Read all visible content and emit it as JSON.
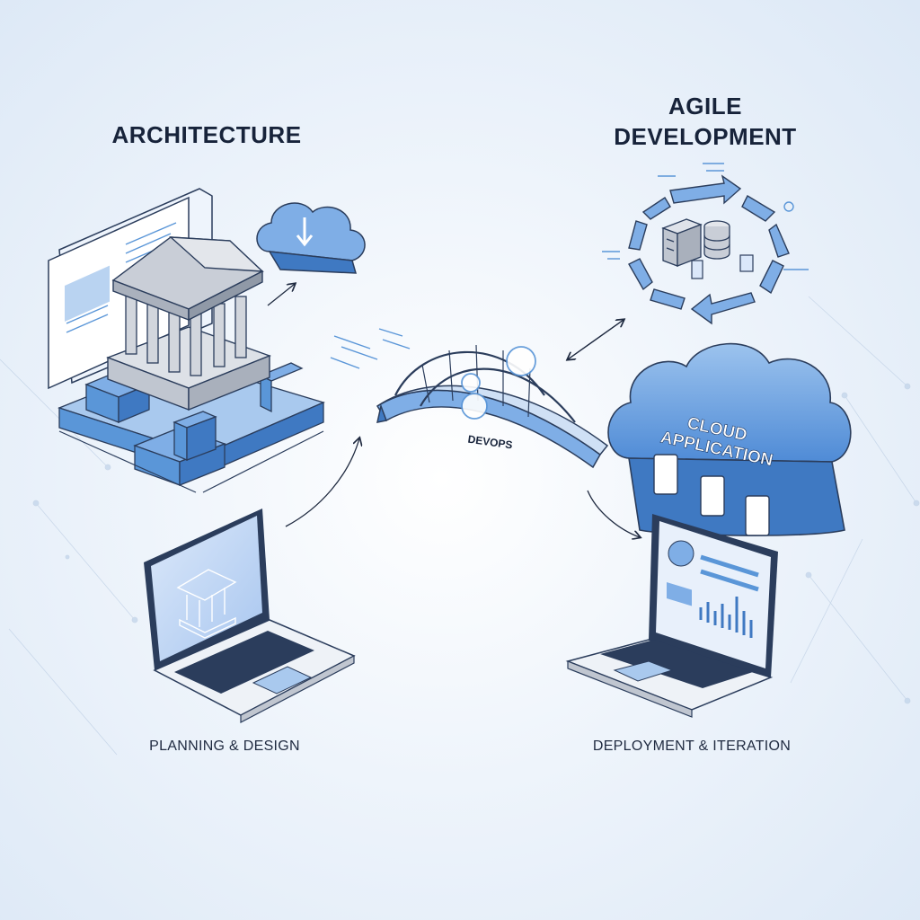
{
  "sections": {
    "architecture": {
      "title": "ARCHITECTURE",
      "caption": "PLANNING & DESIGN"
    },
    "agile": {
      "title_line1": "AGILE",
      "title_line2": "DEVELOPMENT",
      "caption": "DEPLOYMENT & ITERATION"
    },
    "bridge": {
      "label": "DEVOPS"
    },
    "cloud": {
      "line1": "CLOUD",
      "line2": "APPLICATION"
    }
  },
  "icons": [
    "building-icon",
    "cloud-download-icon",
    "bridge-icon",
    "cycle-arrows-icon",
    "server-icon",
    "database-icon",
    "laptop-icon",
    "cloud-icon",
    "mobile-device-icon",
    "bar-chart-icon"
  ],
  "colors": {
    "primary_blue": "#5a96d8",
    "light_blue": "#a9c9ee",
    "dark_navy": "#17233a",
    "outline": "#2b3d5c",
    "column_gray": "#c8ccd4"
  }
}
